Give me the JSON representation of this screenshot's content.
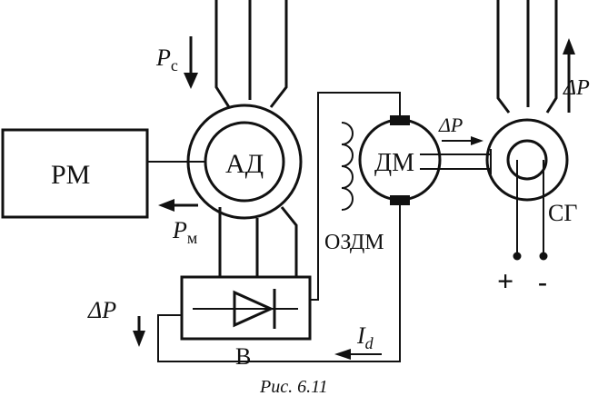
{
  "labels": {
    "rm": "РМ",
    "ad": "АД",
    "dm": "ДМ",
    "ozdm": "ОЗДМ",
    "sg": "СГ",
    "b": "В",
    "plus": "+",
    "minus": "-"
  },
  "power_labels": {
    "pc_main": "P",
    "pc_sub": "c",
    "pm_main": "P",
    "pm_sub": "м",
    "delta_p_left": "ΔP",
    "delta_p_dm": "ΔP",
    "delta_p_sg": "ΔP",
    "id_main": "I",
    "id_sub": "d"
  },
  "caption": "Рис. 6.11",
  "colors": {
    "ink": "#111111",
    "background": "#ffffff"
  }
}
